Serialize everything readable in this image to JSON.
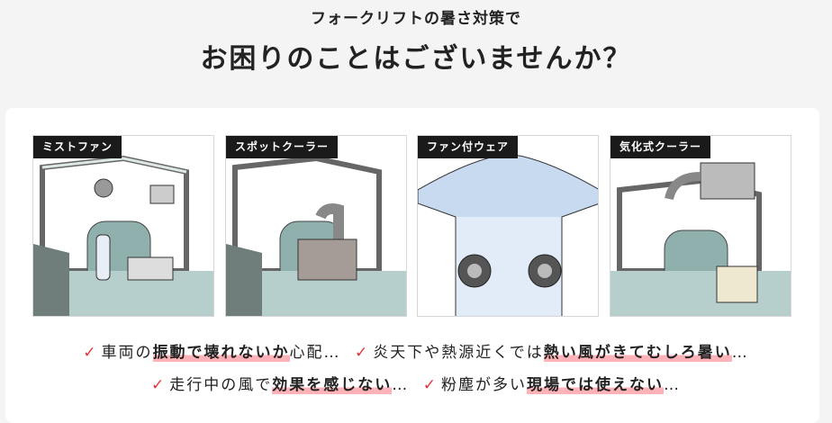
{
  "header": {
    "subtitle": "フォークリフトの暑さ対策で",
    "title": "お困りのことはございませんか？"
  },
  "cards": [
    {
      "label": "ミストファン"
    },
    {
      "label": "スポットクーラー"
    },
    {
      "label": "ファン付ウェア"
    },
    {
      "label": "気化式クーラー"
    }
  ],
  "concerns": [
    [
      {
        "prefix": "車両の",
        "highlight": "振動で壊れないか",
        "suffix": "心配…"
      },
      {
        "prefix": "炎天下や熱源近くでは",
        "highlight": "熱い風がきてむしろ暑い",
        "suffix": "…"
      }
    ],
    [
      {
        "prefix": "走行中の風で",
        "highlight": "効果を感じない",
        "suffix": "…"
      },
      {
        "prefix": "粉塵が多い",
        "highlight": "現場では使えない",
        "suffix": "…"
      }
    ]
  ],
  "colors": {
    "check": "#e8323c",
    "highlight": "#ffb3b8",
    "label_bg": "#1a1a1a"
  }
}
